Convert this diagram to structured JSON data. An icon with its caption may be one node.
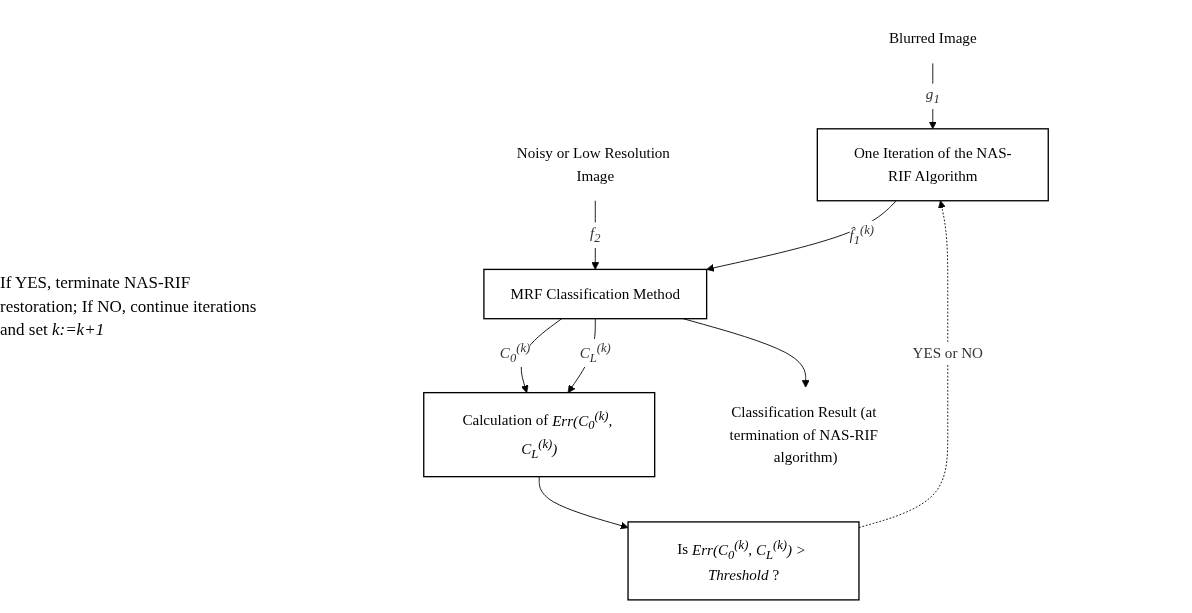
{
  "diagram": {
    "nodes": [
      {
        "text": [
          "Blurred Image"
        ]
      },
      {
        "text": [
          "Noisy or Low Resolution Image"
        ]
      },
      {
        "text": [
          "One Iteration of the NAS-RIF Algorithm"
        ]
      },
      {
        "text": [
          "Is *Err(C$_{0}$$^{(k)}$, C$_{L}$$^{(k)}$) > Threshold* ?"
        ]
      },
      {
        "text": [
          "MRF Classification Method"
        ]
      },
      {
        "text": [
          "Calculation of *Err(C$_{0}$$^{(k)}$, C$_{L}$$^{(k)}$)*"
        ]
      },
      {
        "text": [
          "Classification Result (at termination of NAS-RIF algorithm)"
        ]
      }
    ],
    "edges": [
      {
        "from": 0,
        "to": 2,
        "arrow": "to",
        "label": "*g$_{1}$*"
      },
      {
        "from": 1,
        "to": 4,
        "arrow": "to",
        "label": "*f$_{2}$*"
      },
      {
        "from": 2,
        "to": 4,
        "arrow": "to",
        "label": "*f̂$_{1}$$^{(k)}$*"
      },
      {
        "from": 4,
        "to": 5,
        "arrow": "to",
        "label": "*C$_{0}$$^{(k)}$*"
      },
      {
        "from": 4,
        "to": 5,
        "arrow": "to",
        "label": "*C$_{L}$$^{(k)}$*"
      },
      {
        "from": 4,
        "to": 6,
        "arrow": "to"
      },
      {
        "from": 5,
        "to": 3,
        "arrow": "to"
      },
      {
        "from": 3,
        "to": 2,
        "arrow": "to",
        "style": "dashed",
        "label": "YES or NO"
      }
    ],
    "labels": [
      "If YES, terminate NAS-RIF restoration; If NO, continue iterations and set *k:=k+1*"
    ]
  }
}
